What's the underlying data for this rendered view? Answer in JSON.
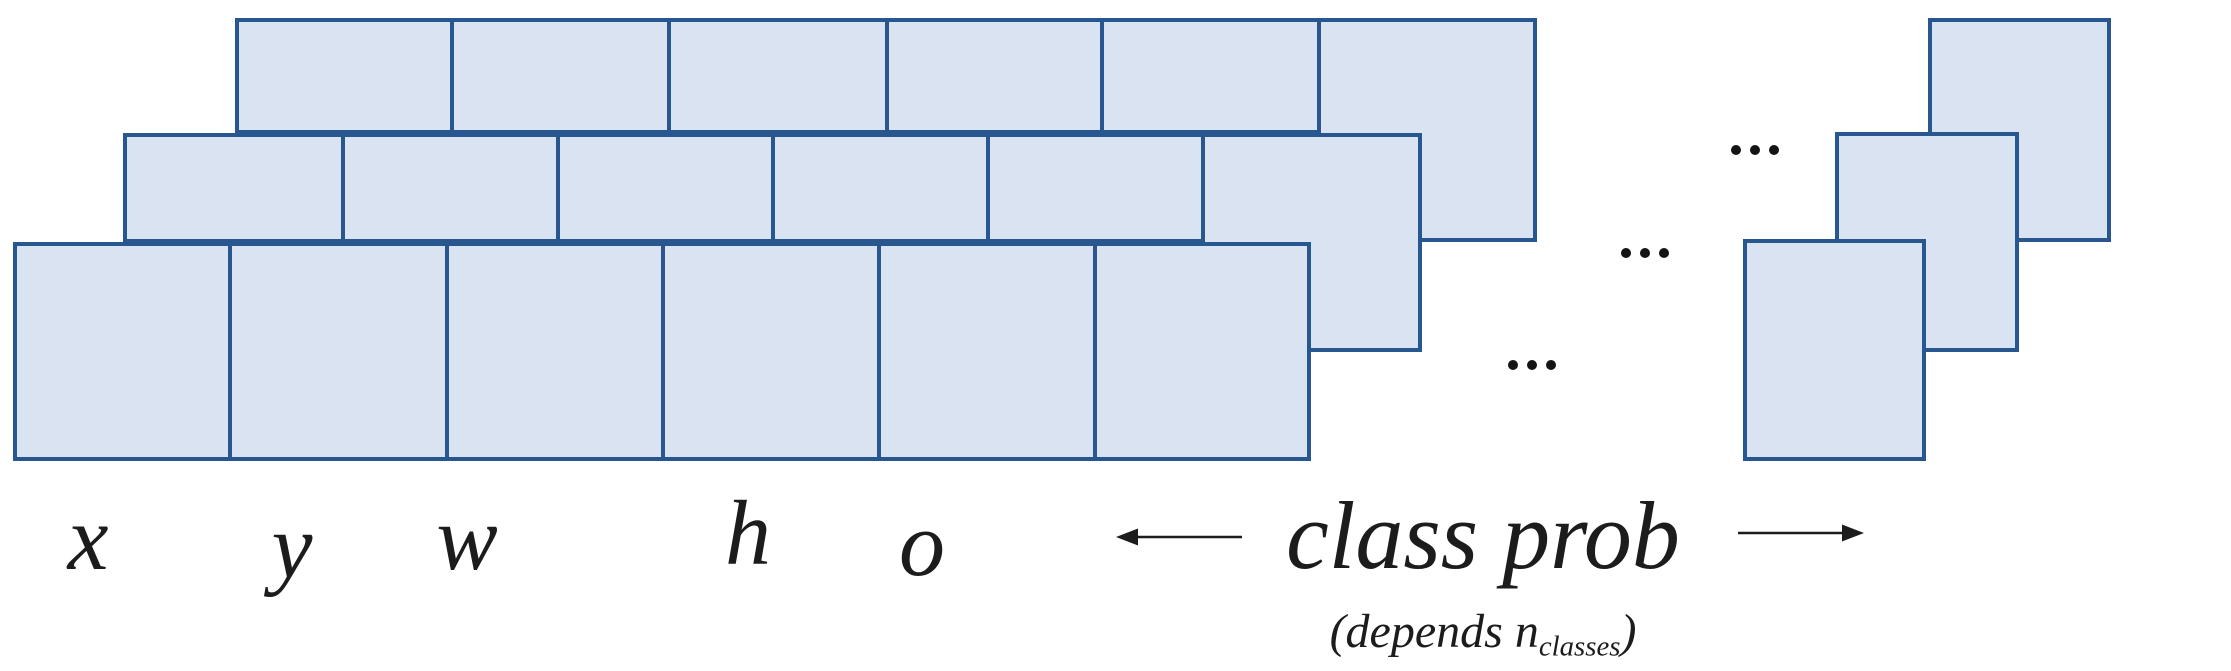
{
  "diagram": {
    "description": "YOLO-style detection output vector: three staggered anchor rows of tensor cells; first five cells of the front row are labeled x, y, w, h, o and the remaining cells hold class probabilities",
    "cell_labels": [
      "x",
      "y",
      "w",
      "h",
      "o"
    ],
    "class_prob_label": "class prob",
    "depends_note": {
      "prefix": "(depends n",
      "subscript": "classes",
      "suffix": ")"
    },
    "ellipsis_symbol": "...",
    "rows": [
      {
        "position": "top",
        "regular_cells": 5,
        "trailing_tall_cell": 1,
        "continuation_cell_after_ellipsis": 1
      },
      {
        "position": "middle",
        "regular_cells": 5,
        "trailing_tall_cell": 1,
        "continuation_cell_after_ellipsis": 1
      },
      {
        "position": "bottom",
        "regular_cells": 5,
        "trailing_tall_cell": 1,
        "continuation_cell_after_ellipsis": 1
      }
    ],
    "colors": {
      "box_fill": "#dae3f1",
      "box_border": "#27578e",
      "text_color": "#1c1c1c",
      "background": "#ffffff"
    }
  }
}
